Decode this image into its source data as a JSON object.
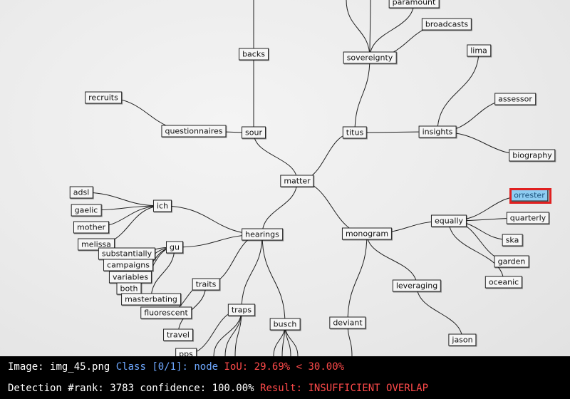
{
  "colors": {
    "highlight": "#8ecdf2",
    "detection_box": "#e02020",
    "info": "#6ea8ff",
    "alert": "#ff4a4a"
  },
  "nodes": {
    "paramount": "paramount",
    "broadcasts": "broadcasts",
    "backs": "backs",
    "sovereignty": "sovereignty",
    "lima": "lima",
    "recruits": "recruits",
    "assessor": "assessor",
    "questionnaires": "questionnaires",
    "sour": "sour",
    "titus": "titus",
    "insights": "insights",
    "biography": "biography",
    "matter": "matter",
    "adsl": "adsl",
    "ich": "ich",
    "forrester": "orrester",
    "gaelic": "gaelic",
    "quarterly": "quarterly",
    "mother": "mother",
    "equally": "equally",
    "hearings": "hearings",
    "monogram": "monogram",
    "ska": "ska",
    "melissa": "melissa",
    "gu": "gu",
    "substantially": "substantially",
    "garden": "garden",
    "campaigns": "campaigns",
    "variables": "variables",
    "traits": "traits",
    "oceanic": "oceanic",
    "leveraging": "leveraging",
    "both": "both",
    "masterbating": "masterbating",
    "traps": "traps",
    "fluorescent": "fluorescent",
    "busch": "busch",
    "deviant": "deviant",
    "travel": "travel",
    "jason": "jason",
    "pps": "pps"
  },
  "status": {
    "line1": {
      "image_label": "Image: ",
      "image_name": "img_45.png",
      "class_text": "Class [0/1]:",
      "class_name": "node",
      "iou": "IoU: 29.69% < 30.00%"
    },
    "line2": {
      "detection_text": "Detection #rank: 3783 confidence: 100.00%",
      "result": "Result: INSUFFICIENT OVERLAP"
    }
  }
}
